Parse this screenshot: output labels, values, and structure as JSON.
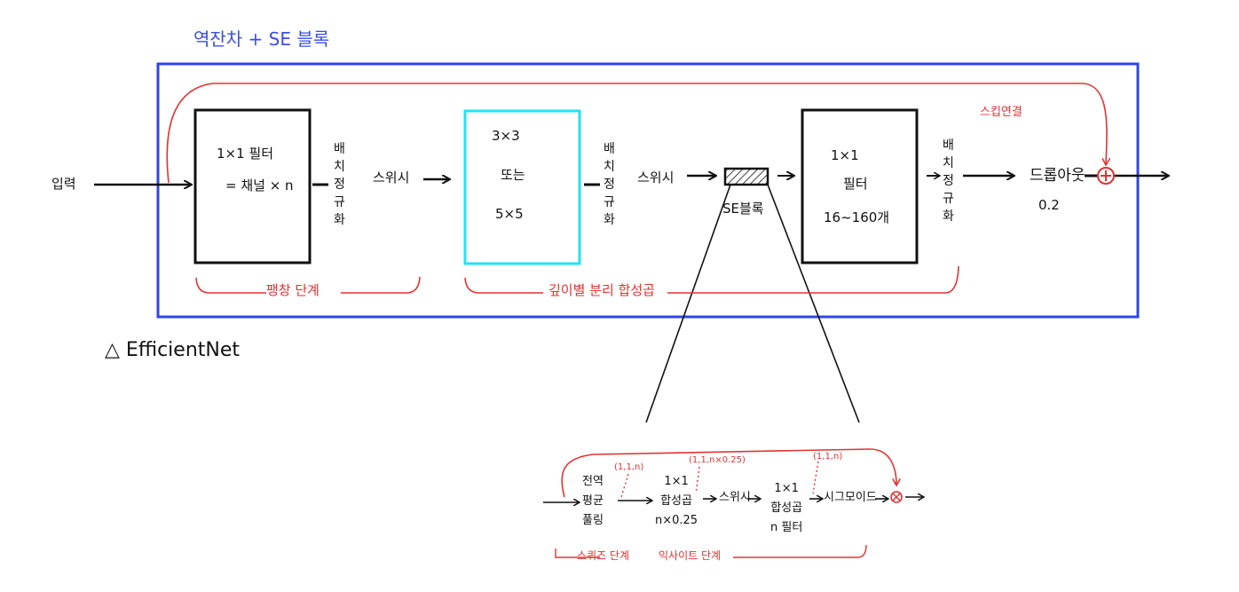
{
  "title": "역잔차 + SE 블록",
  "input_label": "입력",
  "caption": "△ EfficientNet",
  "block1": {
    "line1": "1×1 필터",
    "line2": "= 채널 × n"
  },
  "bn_label": "배\n치\n정\n규\n화",
  "swish": "스위시",
  "block2": {
    "line1": "3×3",
    "line2": "또는",
    "line3": "5×5"
  },
  "se_label": "SE블록",
  "block3": {
    "line1": "1×1",
    "line2": "필터",
    "line3": "16~160개"
  },
  "dropout": {
    "label": "드롭아웃",
    "value": "0.2"
  },
  "skip_label": "스킵연결",
  "expand_label": "팽창 단계",
  "depthwise_label": "깊이별 분리 합성곱",
  "se_detail": {
    "gap": "전역\n평균\n풀링",
    "conv1": "1×1\n합성곱\nn×0.25",
    "swish": "스위시",
    "conv2": "1×1\n합성곱\nn 필터",
    "sigmoid": "시그모이드",
    "dim1": "(1,1,n)",
    "dim2": "(1,1,n×0.25)",
    "dim3": "(1,1,n)",
    "squeeze_label": "스퀴즈 단계",
    "excite_label": "익사이트 단계"
  },
  "colors": {
    "outer": "#2f46e6",
    "depthwise": "#22e3f0",
    "accent": "#e23232",
    "ink": "#111111"
  }
}
